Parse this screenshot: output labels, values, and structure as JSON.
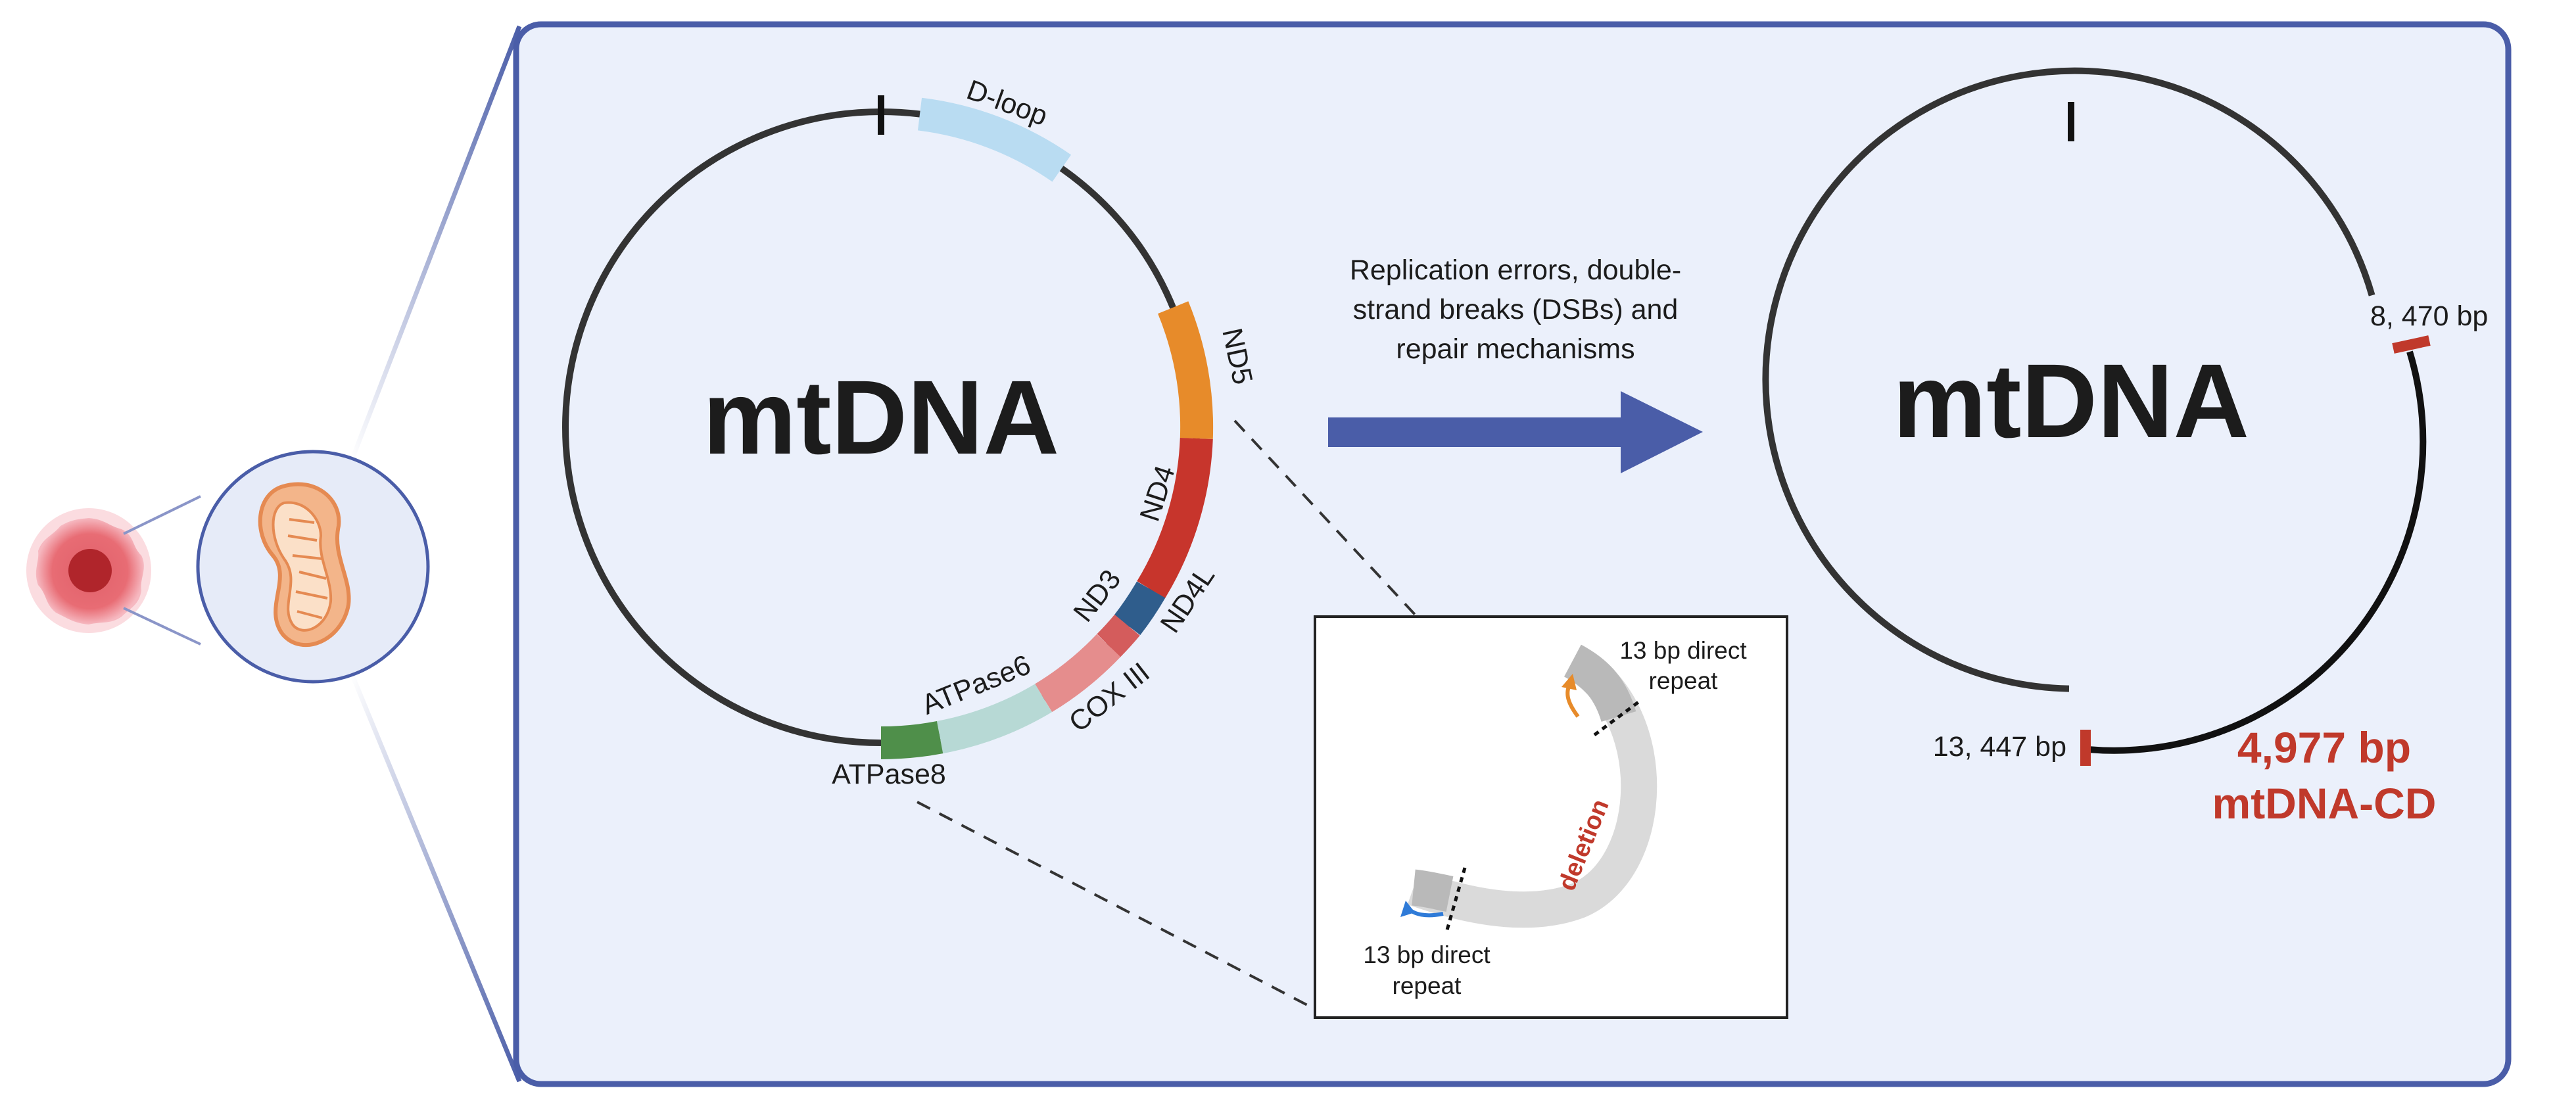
{
  "left_circle": {
    "title": "mtDNA",
    "genes": [
      {
        "name": "D-loop",
        "color": "#b9dcf2"
      },
      {
        "name": "ND5",
        "color": "#e78b2a"
      },
      {
        "name": "ND4",
        "color": "#c7352c"
      },
      {
        "name": "ND4L",
        "color": "#2f5d8c"
      },
      {
        "name": "ND3",
        "color": "#d45c5c"
      },
      {
        "name": "COX III",
        "color": "#e58d8d"
      },
      {
        "name": "ATPase6",
        "color": "#b7d9d5"
      },
      {
        "name": "ATPase8",
        "color": "#4f8f4a"
      }
    ]
  },
  "arrow": {
    "line1": "Replication errors, double-",
    "line2": "strand breaks (DSBs) and",
    "line3": "repair mechanisms"
  },
  "right_circle": {
    "title": "mtDNA",
    "label_top": "8, 470 bp",
    "label_bottom": "13, 447 bp",
    "deletion_size": "4,977 bp",
    "deletion_name": "mtDNA-CD"
  },
  "inset": {
    "repeat_top_line1": "13 bp direct",
    "repeat_top_line2": "repeat",
    "repeat_bottom_line1": "13 bp direct",
    "repeat_bottom_line2": "repeat",
    "deletion_label": "deletion"
  },
  "colors": {
    "panel_bg": "#ebf0fb",
    "panel_border": "#4a5da8",
    "arrow": "#4a5da8",
    "accent_red": "#c0392b"
  }
}
